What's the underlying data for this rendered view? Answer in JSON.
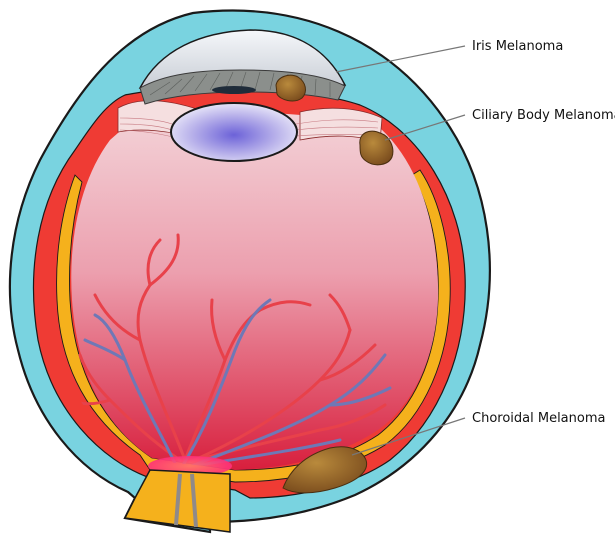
{
  "labels": {
    "iris": "Iris Melanoma",
    "ciliary": "Ciliary Body Melanoma",
    "choroidal": "Choroidal Melanoma"
  },
  "colors": {
    "sclera": "#79d3e0",
    "sclera_outline": "#1a1a1a",
    "choroid": "#ef3b34",
    "retina": "#f5b11c",
    "vitreous_top": "#f2c9cf",
    "vitreous_bottom": "#d81f3d",
    "lens": "#b8b2e6",
    "cornea": "#e8ecf2",
    "iris": "#8b8f8c",
    "tumor": "#9b6a2a",
    "vessel_artery": "#e8414a",
    "vessel_vein": "#6f78b6",
    "optic_nerve": "#f5b11c",
    "leader_line": "#777777"
  }
}
